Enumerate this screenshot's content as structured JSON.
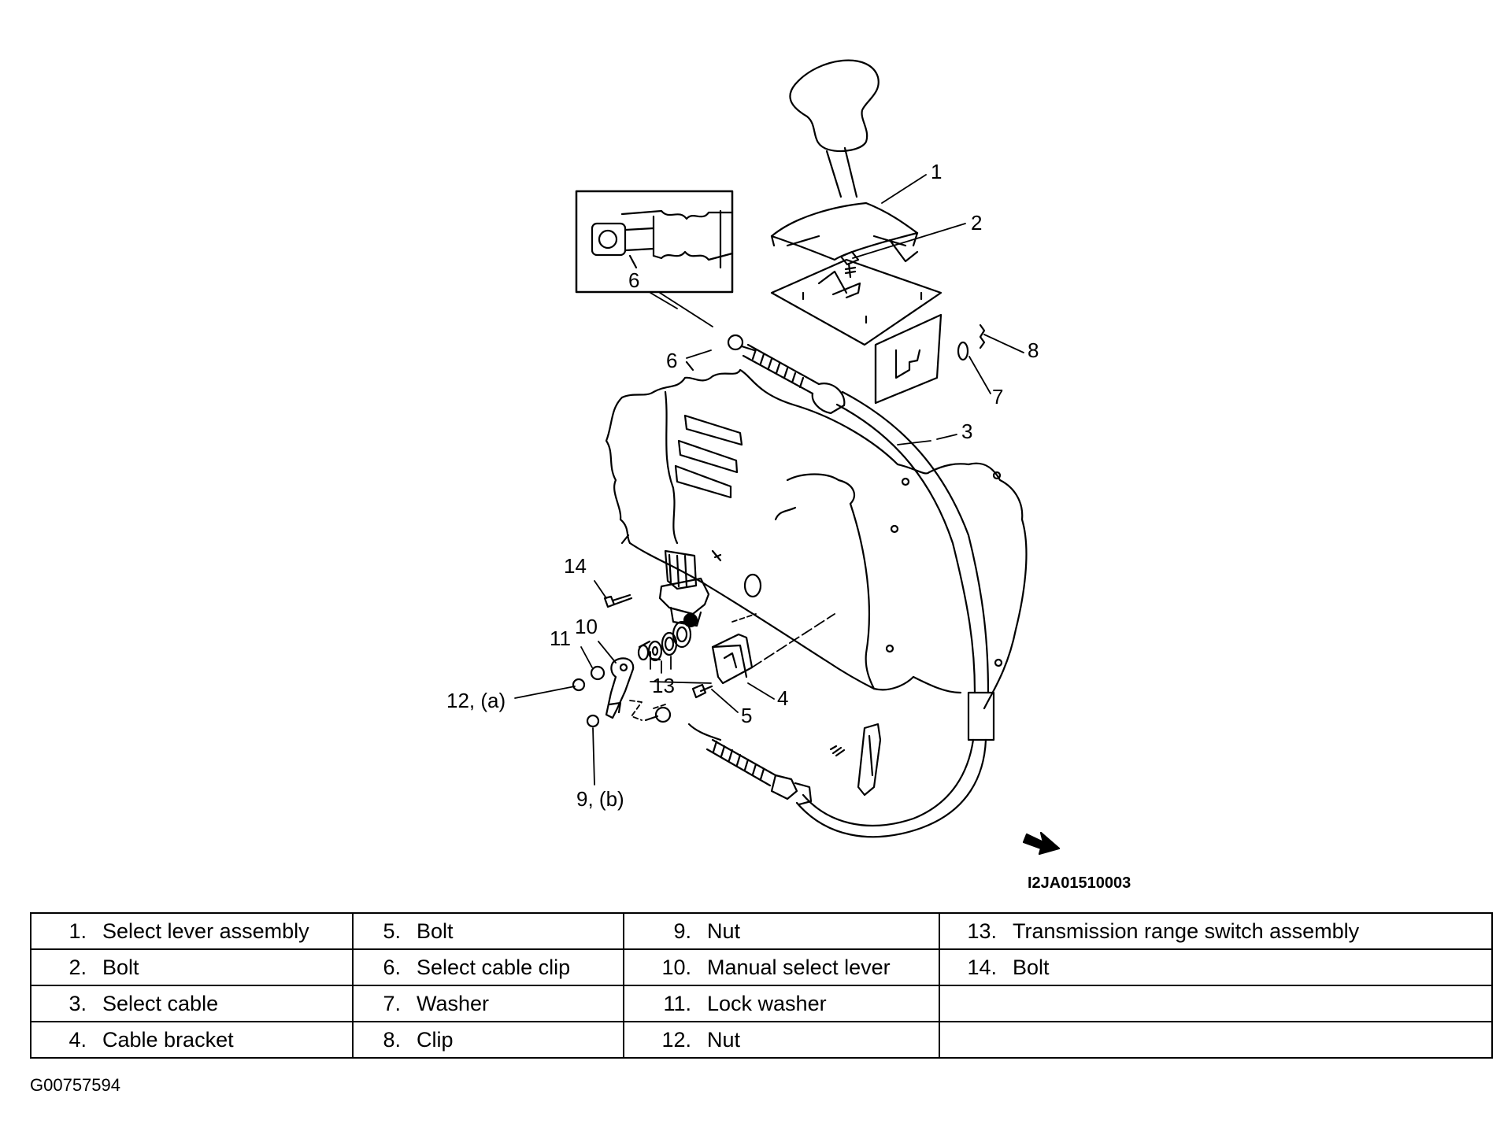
{
  "diagram": {
    "figure_id": "I2JA01510003",
    "callouts": [
      {
        "id": "c1",
        "text": "1"
      },
      {
        "id": "c2",
        "text": "2"
      },
      {
        "id": "c3",
        "text": "3"
      },
      {
        "id": "c4",
        "text": "4"
      },
      {
        "id": "c5",
        "text": "5"
      },
      {
        "id": "c6a",
        "text": "6"
      },
      {
        "id": "c6b",
        "text": "6"
      },
      {
        "id": "c7",
        "text": "7"
      },
      {
        "id": "c8",
        "text": "8"
      },
      {
        "id": "c9",
        "text": "9, (b)"
      },
      {
        "id": "c10",
        "text": "10"
      },
      {
        "id": "c11",
        "text": "11"
      },
      {
        "id": "c12",
        "text": "12, (a)"
      },
      {
        "id": "c13",
        "text": "13"
      },
      {
        "id": "c14",
        "text": "14"
      }
    ]
  },
  "legend": {
    "rows": [
      [
        {
          "num": "1.",
          "label": "Select lever assembly"
        },
        {
          "num": "5.",
          "label": "Bolt"
        },
        {
          "num": "9.",
          "label": "Nut"
        },
        {
          "num": "13.",
          "label": "Transmission range switch assembly"
        }
      ],
      [
        {
          "num": "2.",
          "label": "Bolt"
        },
        {
          "num": "6.",
          "label": "Select cable clip"
        },
        {
          "num": "10.",
          "label": "Manual select lever"
        },
        {
          "num": "14.",
          "label": "Bolt"
        }
      ],
      [
        {
          "num": "3.",
          "label": "Select cable"
        },
        {
          "num": "7.",
          "label": "Washer"
        },
        {
          "num": "11.",
          "label": "Lock washer"
        },
        {
          "num": "",
          "label": ""
        }
      ],
      [
        {
          "num": "4.",
          "label": "Cable bracket"
        },
        {
          "num": "8.",
          "label": "Clip"
        },
        {
          "num": "12.",
          "label": "Nut"
        },
        {
          "num": "",
          "label": ""
        }
      ]
    ]
  },
  "footer": {
    "code": "G00757594"
  }
}
